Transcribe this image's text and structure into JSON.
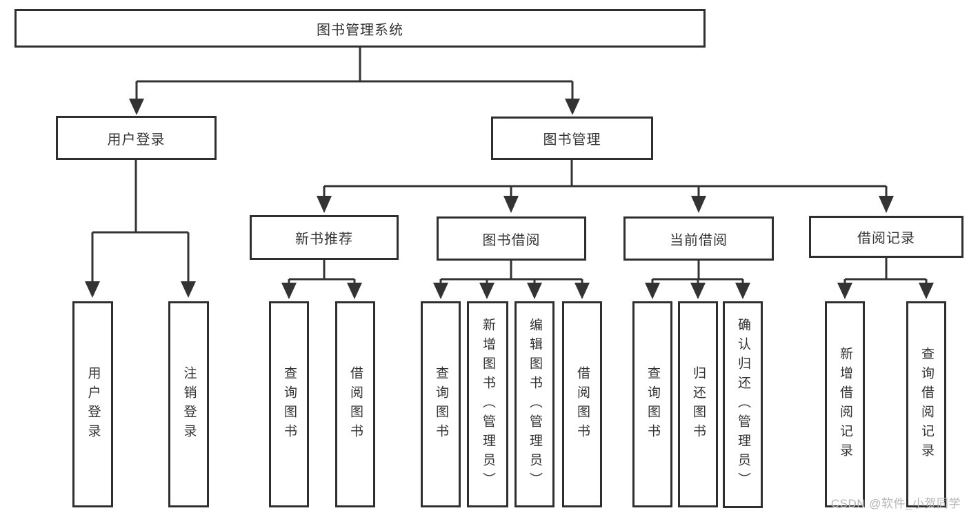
{
  "tree": {
    "label": "图书管理系统",
    "children": [
      {
        "label": "用户登录",
        "children": [
          {
            "label": "用户登录"
          },
          {
            "label": "注销登录"
          }
        ]
      },
      {
        "label": "图书管理",
        "children": [
          {
            "label": "新书推荐",
            "children": [
              {
                "label": "查询图书"
              },
              {
                "label": "借阅图书"
              }
            ]
          },
          {
            "label": "图书借阅",
            "children": [
              {
                "label": "查询图书"
              },
              {
                "label": "新增图书（管理员）"
              },
              {
                "label": "编辑图书（管理员）"
              },
              {
                "label": "借阅图书"
              }
            ]
          },
          {
            "label": "当前借阅",
            "children": [
              {
                "label": "查询图书"
              },
              {
                "label": "归还图书"
              },
              {
                "label": "确认归还（管理员）"
              }
            ]
          },
          {
            "label": "借阅记录",
            "children": [
              {
                "label": "新增借阅记录"
              },
              {
                "label": "查询借阅记录"
              }
            ]
          }
        ]
      }
    ]
  },
  "watermark": {
    "text": "CSDN @软件_小贺同学"
  },
  "colors": {
    "line": "#333333",
    "box_border": "#2f2f2f",
    "text": "#333333",
    "background": "#ffffff",
    "watermark": "#b5b5b5"
  }
}
